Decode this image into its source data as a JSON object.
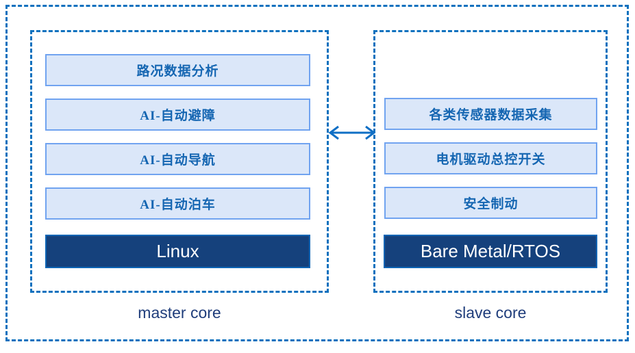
{
  "diagram": {
    "master": {
      "label": "master core",
      "apps": [
        "路况数据分析",
        "AI-自动避障",
        "AI-自动导航",
        "AI-自动泊车"
      ],
      "os": "Linux"
    },
    "slave": {
      "label": "slave core",
      "apps": [
        "各类传感器数据采集",
        "电机驱动总控开关",
        "安全制动"
      ],
      "os": "Bare Metal/RTOS"
    },
    "arrow_icon": "double-headed-arrow"
  },
  "colors": {
    "dashed_border": "#0E71BE",
    "app_box_border": "#70A3F0",
    "app_box_fill": "#DBE7F9",
    "app_text": "#1566B2",
    "os_box_fill": "#15417C",
    "os_box_border": "#0D65B5",
    "os_text": "#FFFFFF",
    "core_label_text": "#1F3D7B",
    "arrow": "#0F6FC5"
  }
}
